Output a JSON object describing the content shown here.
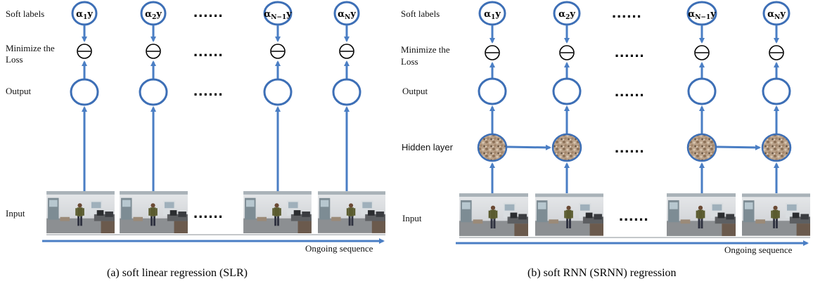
{
  "diagrams": [
    {
      "row_labels": {
        "soft_labels": "Soft labels",
        "minimize_line1": "Minimize the",
        "minimize_line2": "Loss",
        "output": "Output",
        "input": "Input"
      },
      "soft_labels": [
        {
          "alpha": "α",
          "sub": "1",
          "y": "y"
        },
        {
          "alpha": "α",
          "sub": "2",
          "y": "y"
        },
        {
          "alpha": "α",
          "sub": "N−1",
          "y": "y"
        },
        {
          "alpha": "α",
          "sub": "N",
          "y": "y"
        }
      ],
      "ellipsis": "......",
      "axis_label": "Ongoing sequence",
      "caption": "(a)  soft linear regression (SLR)"
    },
    {
      "row_labels": {
        "soft_labels": "Soft labels",
        "minimize_line1": "Minimize the",
        "minimize_line2": "Loss",
        "output": "Output",
        "hidden": "Hidden layer",
        "input": "Input"
      },
      "soft_labels": [
        {
          "alpha": "α",
          "sub": "1",
          "y": "y"
        },
        {
          "alpha": "α",
          "sub": "2",
          "y": "y"
        },
        {
          "alpha": "α",
          "sub": "N−1",
          "y": "y"
        },
        {
          "alpha": "α",
          "sub": "N",
          "y": "y"
        }
      ],
      "ellipsis": "......",
      "axis_label": "Ongoing sequence",
      "caption": "(b)  soft RNN (SRNN) regression"
    }
  ],
  "colors": {
    "arrow": "#4a7ec4",
    "circle_stroke": "#3d6fb6",
    "hidden_fill": "#b59a80"
  }
}
